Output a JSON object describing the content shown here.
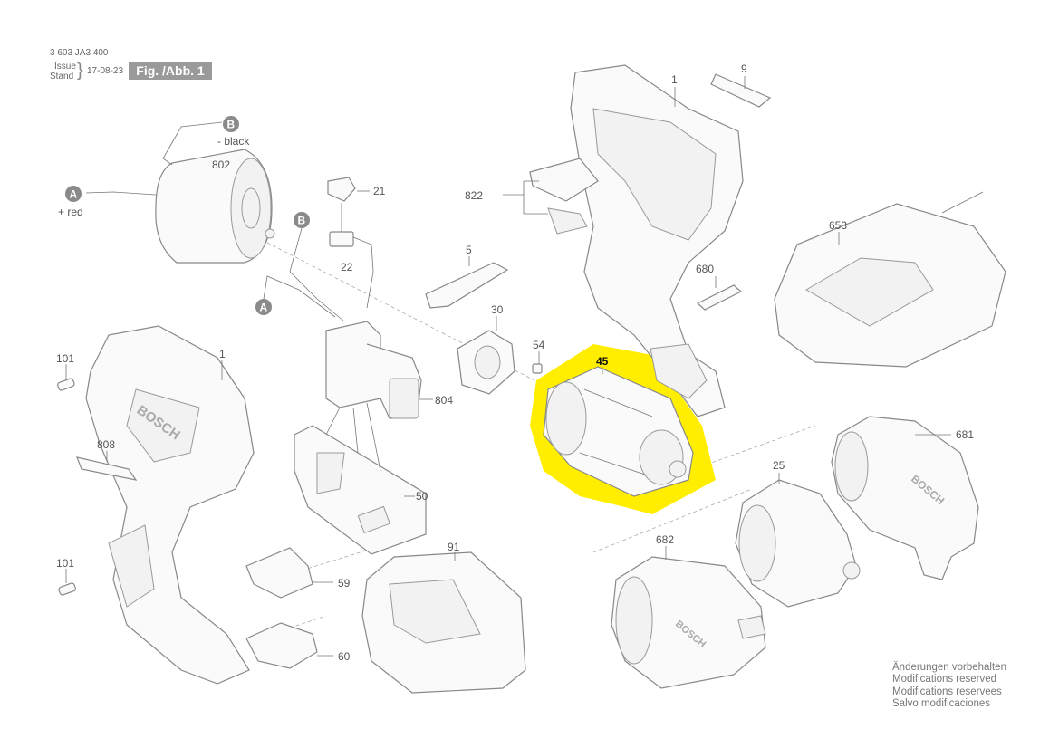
{
  "header": {
    "doc_number": "3 603 JA3 400",
    "issue_label": "Issue",
    "stand_label": "Stand",
    "brace": "}",
    "date": "17-08-23",
    "figure_label": "Fig. /Abb. 1"
  },
  "parts": {
    "p1_handle": "1",
    "p1_housing": "1",
    "p5": "5",
    "p9": "9",
    "p21": "21",
    "p22": "22",
    "p25": "25",
    "p30": "30",
    "p45": "45",
    "p50": "50",
    "p54": "54",
    "p59": "59",
    "p60": "60",
    "p91": "91",
    "p101_top": "101",
    "p101_bottom": "101",
    "p653": "653",
    "p680": "680",
    "p681": "681",
    "p682": "682",
    "p802": "802",
    "p804": "804",
    "p808": "808",
    "p822": "822"
  },
  "wire_markers": {
    "b_top": "B",
    "b_top_caption": "- black",
    "a_left": "A",
    "a_left_caption": "+ red",
    "b_mid": "B",
    "a_mid": "A"
  },
  "brand_text": "BOSCH",
  "notes": [
    "Änderungen vorbehalten",
    "Modifications reserved",
    "Modifications reservees",
    "Salvo modificaciones"
  ],
  "highlight_color": "#ffee00"
}
